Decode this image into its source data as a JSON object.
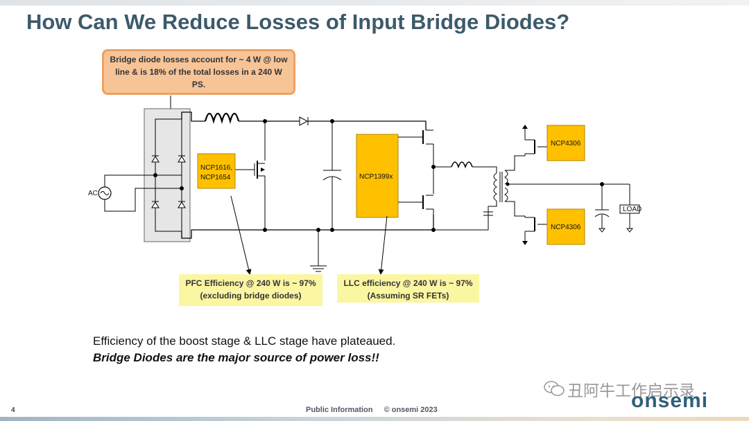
{
  "slide": {
    "title": "How Can We Reduce Losses of Input Bridge Diodes?",
    "page_number": "4",
    "footer_info": "Public Information",
    "footer_copyright": "© onsemi 2023",
    "logo": "onsemi",
    "watermark": "丑阿牛工作启示录"
  },
  "callout": {
    "line1": "Bridge diode losses account for ~ 4 W @ low",
    "line2": "line &  is 18% of the total losses in a 240 W PS."
  },
  "circuit": {
    "ac_label": "AC",
    "pfc_chip_line1": "NCP1616,",
    "pfc_chip_line2": "NCP1654",
    "llc_chip": "NCP1399x",
    "sr_top": "NCP4306",
    "sr_bottom": "NCP4306",
    "load": "LOAD"
  },
  "notes": {
    "pfc_line1": "PFC Efficiency   @ 240 W is ~ 97%",
    "pfc_line2": "(excluding bridge diodes)",
    "llc_line1": "LLC efficiency @ 240 W is ~ 97%",
    "llc_line2": "(Assuming SR FETs)"
  },
  "caption": {
    "line1": "Efficiency of the boost stage &  LLC stage have plateaued.",
    "line2": "Bridge Diodes are the major source of power loss!!"
  },
  "colors": {
    "title": "#3c5a6b",
    "chip": "#ffc000",
    "note_box": "#fbf6a2",
    "callout_fill": "#f7c498",
    "callout_border": "#efa05f"
  }
}
